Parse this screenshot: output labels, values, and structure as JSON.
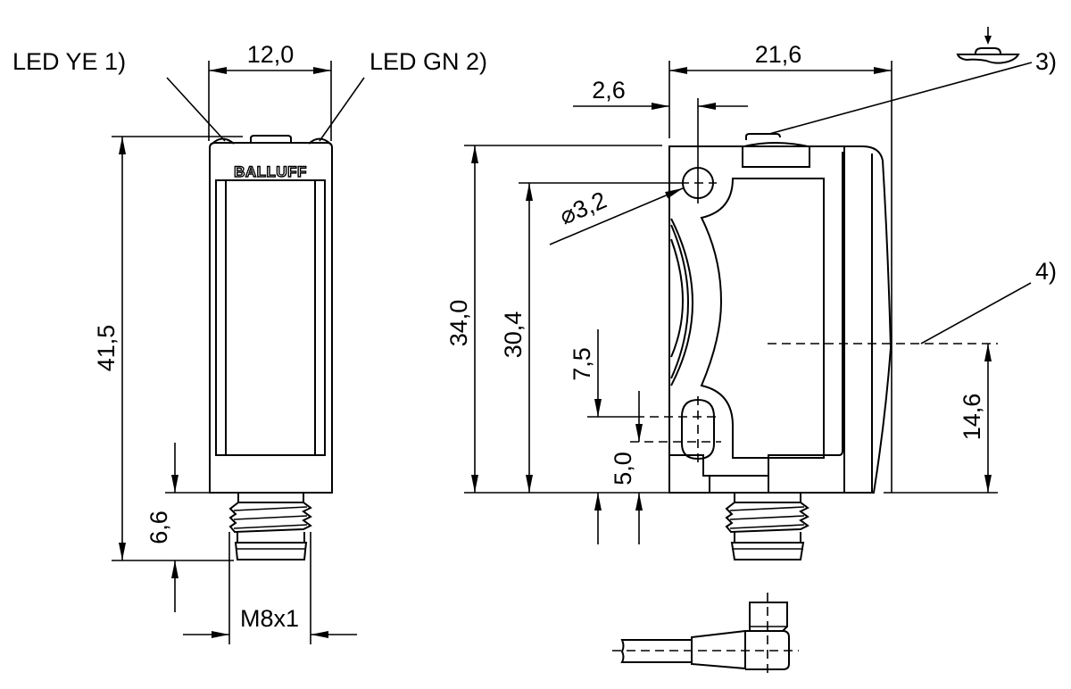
{
  "drawing": {
    "brand_logo": "BALLUFF",
    "colors": {
      "line": "#000000",
      "background": "#ffffff"
    },
    "front_view": {
      "callouts": {
        "led_yellow": "LED YE 1)",
        "led_green": "LED GN 2)"
      },
      "dimensions": {
        "width": "12,0",
        "height": "41,5",
        "connector_length": "6,6",
        "thread": "M8x1"
      }
    },
    "side_view": {
      "callouts": {
        "button": "3)",
        "optical_axis": "4)"
      },
      "dimensions": {
        "width": "21,6",
        "hole_offset": "2,6",
        "hole_diameter": "3,2",
        "diameter_symbol": "⌀",
        "height": "34,0",
        "hole_height": "30,4",
        "slot_upper": "7,5",
        "slot_lower": "5,0",
        "optical_axis_height": "14,6"
      }
    }
  }
}
